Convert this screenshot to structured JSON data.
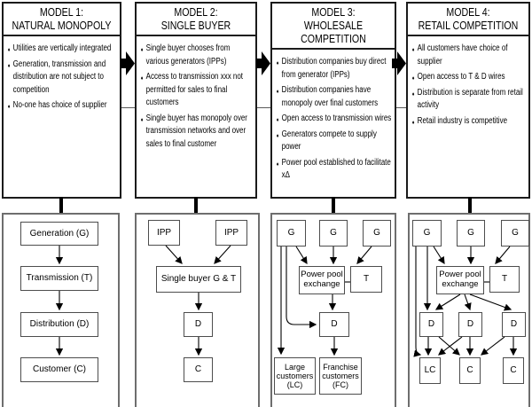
{
  "glyph": {
    "bullet": "♦"
  },
  "panels": [
    {
      "title1": "MODEL 1:",
      "title2": "NATURAL MONOPOLY",
      "bullets": [
        "Utilities are vertically integrated",
        "Generation, transmission and distribution are not subject to competition",
        "No-one has choice of supplier"
      ]
    },
    {
      "title1": "MODEL 2:",
      "title2": "SINGLE BUYER",
      "bullets": [
        "Single buyer chooses from various generators (IPPs)",
        "Access to transmission xxx not permitted for sales to final customers",
        "Single buyer has monopoly over transmission networks and over sales to final customer"
      ]
    },
    {
      "title1": "MODEL 3:",
      "title2": "WHOLESALE COMPETITION",
      "bullets": [
        "Distribution companies buy direct from generator (IPPs)",
        "Distribution companies have monopoly over final customers",
        "Open access to transmission wires",
        "Generators compete to supply power",
        "Power pool established to facilitate xΔ"
      ]
    },
    {
      "title1": "MODEL 4:",
      "title2": "RETAIL COMPETITION",
      "bullets": [
        "All customers have choice of supplier",
        "Open access to T & D wires",
        "Distribution is separate from retail activity",
        "Retail industry is competitive"
      ]
    }
  ],
  "diagram1": {
    "generation": "Generation (G)",
    "transmission": "Transmission (T)",
    "distribution": "Distribution (D)",
    "customer": "Customer (C)"
  },
  "diagram2": {
    "ipp_left": "IPP",
    "ipp_right": "IPP",
    "single_buyer": "Single buyer G & T",
    "distribution": "D",
    "customer": "C"
  },
  "diagram3": {
    "gen1": "G",
    "gen2": "G",
    "gen3": "G",
    "power_pool": "Power pool exchange",
    "transmission": "T",
    "distribution": "D",
    "large_customers": "Large customers (LC)",
    "franchise_customers": "Franchise customers (FC)"
  },
  "diagram4": {
    "gen1": "G",
    "gen2": "G",
    "gen3": "G",
    "power_pool": "Power pool exchange",
    "transmission": "T",
    "dist1": "D",
    "dist2": "D",
    "dist3": "D",
    "large_customers": "LC",
    "cust_mid": "C",
    "cust_right": "C"
  }
}
